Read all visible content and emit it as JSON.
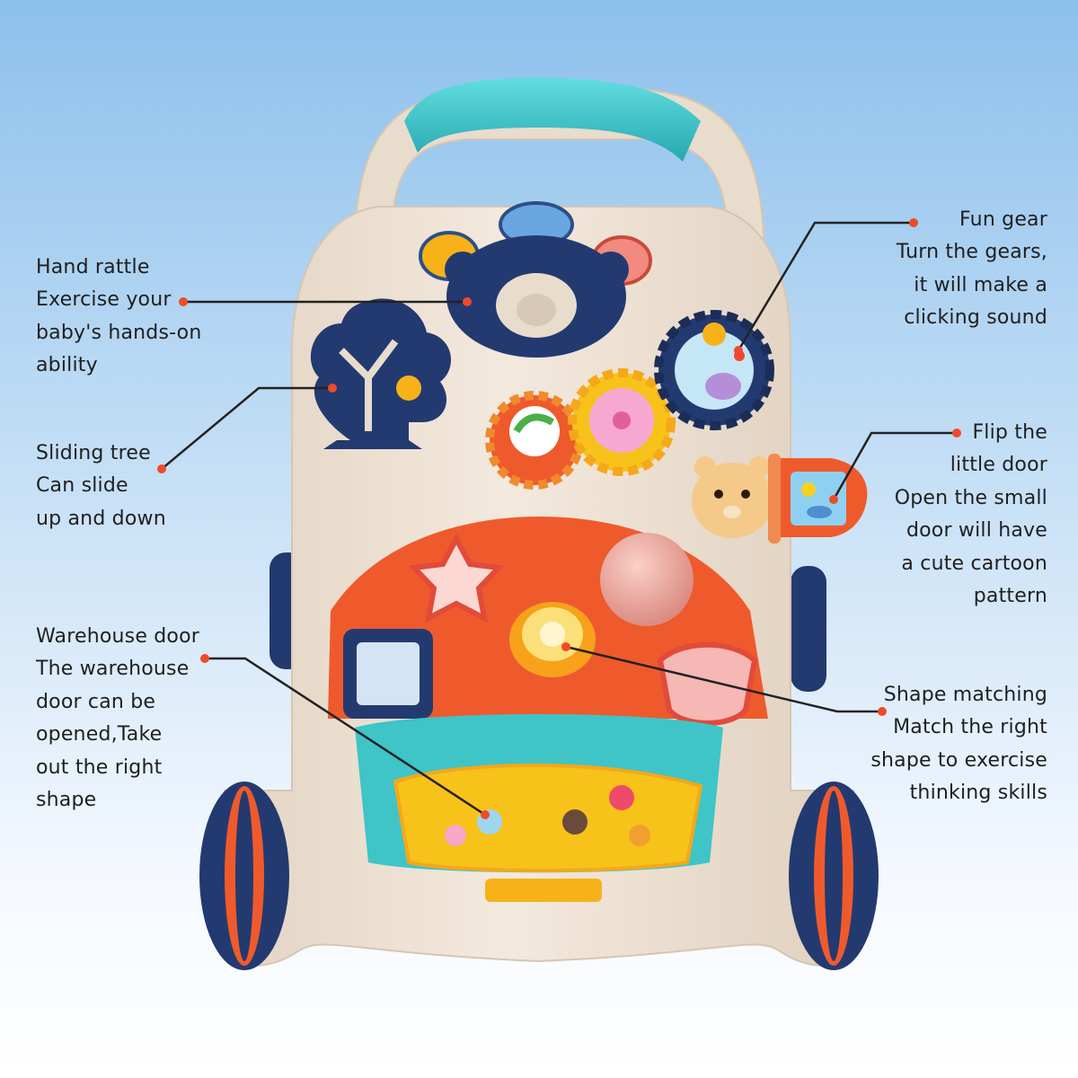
{
  "callouts": {
    "hand_rattle": {
      "lines": [
        "Hand rattle",
        "Exercise your",
        "baby's hands-on",
        "ability"
      ]
    },
    "sliding_tree": {
      "lines": [
        "Sliding tree",
        "Can slide",
        "up and down"
      ]
    },
    "warehouse_door": {
      "lines": [
        "Warehouse door",
        "The warehouse",
        "door can be",
        "opened,Take",
        "out the right",
        "shape"
      ]
    },
    "fun_gear": {
      "lines": [
        "Fun gear",
        "Turn the gears,",
        "it will make a",
        "clicking sound"
      ]
    },
    "flip_door": {
      "lines": [
        "Flip the",
        "little door",
        "Open the small",
        "door will have",
        "a cute cartoon",
        "pattern"
      ]
    },
    "shape_matching": {
      "lines": [
        "Shape matching",
        "Match the right",
        "shape to exercise",
        "thinking skills"
      ]
    }
  },
  "colors": {
    "background_top": "#8cc0ec",
    "toy_body": "#ece0d2",
    "handle_teal": "#3fc4c8",
    "panel_orange": "#ef5a2c",
    "wheel_navy": "#233a70",
    "leader_line": "#222222",
    "leader_dot": "#ef4a2a"
  }
}
